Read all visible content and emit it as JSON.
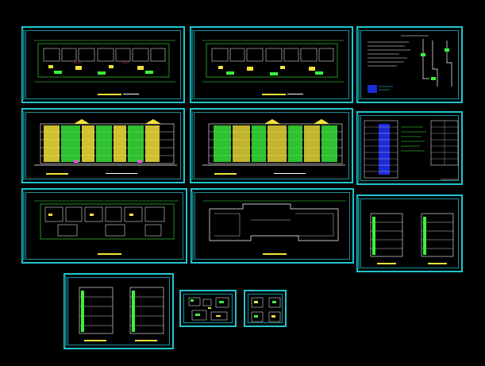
{
  "viewport": {
    "title": "",
    "background": "#000000"
  },
  "colors": {
    "frame": "#22c3cf",
    "frame_inner": "#1b8f9a",
    "linework_green": "#3cf23c",
    "linework_yellow": "#f2e23a",
    "linework_white": "#ffffff",
    "linework_cyan": "#39e3ff",
    "linework_magenta": "#ff4df0",
    "linework_red": "#ff3b3b",
    "panel_blue": "#1e2bd6"
  },
  "sheets": [
    {
      "id": "floor-plan-1",
      "kind": "floor-plan",
      "icon": "floor-plan-icon"
    },
    {
      "id": "floor-plan-2",
      "kind": "floor-plan",
      "icon": "floor-plan-icon"
    },
    {
      "id": "design-notes",
      "kind": "notes-details",
      "icon": "notes-icon"
    },
    {
      "id": "elevation-1",
      "kind": "elevation",
      "icon": "elevation-icon"
    },
    {
      "id": "elevation-2",
      "kind": "elevation",
      "icon": "elevation-icon"
    },
    {
      "id": "schedule-table",
      "kind": "schedule",
      "icon": "table-icon"
    },
    {
      "id": "floor-plan-3",
      "kind": "floor-plan",
      "icon": "floor-plan-icon"
    },
    {
      "id": "roof-plan",
      "kind": "roof-plan",
      "icon": "roof-plan-icon"
    },
    {
      "id": "sections-1",
      "kind": "section",
      "icon": "section-icon"
    },
    {
      "id": "sections-2",
      "kind": "section",
      "icon": "section-icon"
    },
    {
      "id": "detail-1",
      "kind": "detail",
      "icon": "detail-icon"
    },
    {
      "id": "detail-2",
      "kind": "detail",
      "icon": "detail-icon"
    }
  ]
}
